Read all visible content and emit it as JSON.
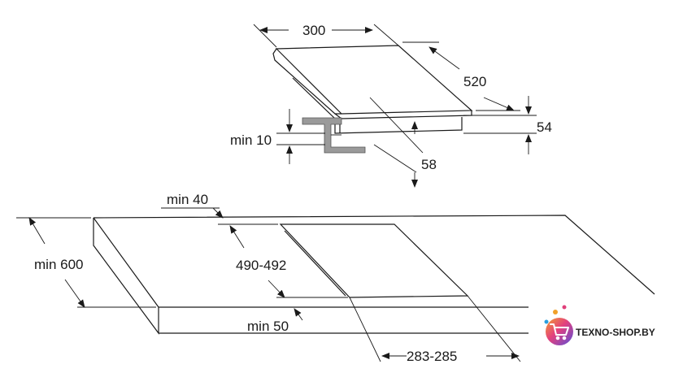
{
  "hob": {
    "width_label": "300",
    "depth_label": "520",
    "height_label": "54",
    "depth_below_label": "58",
    "clearance_label": "min 10"
  },
  "worktop": {
    "rear_gap_label": "min 40",
    "front_gap_label": "min 50",
    "depth_label": "min 600",
    "cutout_depth_label": "490-492",
    "cutout_width_label": "283-285"
  },
  "logo": {
    "text": "TEXNO-SHOP.BY",
    "icon": "shopping-cart-icon",
    "colors": [
      "#f0a028",
      "#e0407a",
      "#6a4bd8",
      "#2aa0e0"
    ]
  }
}
